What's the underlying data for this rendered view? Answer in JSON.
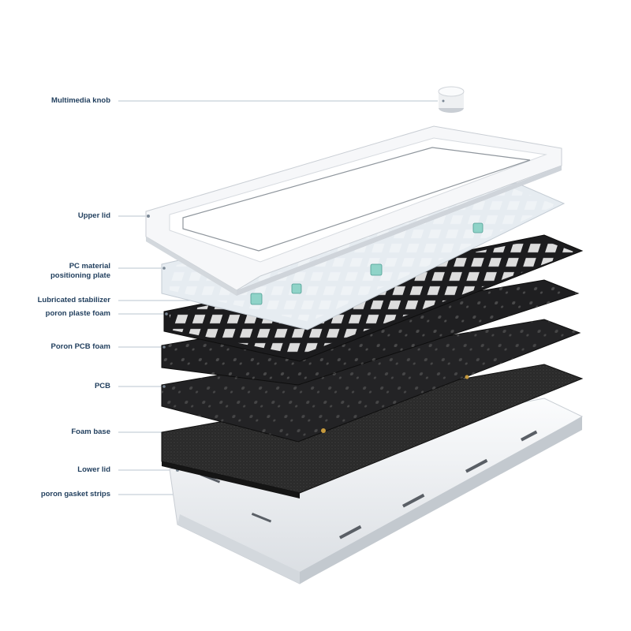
{
  "labels": {
    "multimedia_knob": "Multimedia knob",
    "upper_lid": "Upper lid",
    "pc_plate_line1": "PC material",
    "pc_plate_line2": "positioning plate",
    "lubricated_stabilizer": "Lubricated stabilizer",
    "poron_plate_foam": "poron plaste foam",
    "poron_pcb_foam": "Poron PCB foam",
    "pcb": "PCB",
    "foam_base": "Foam base",
    "lower_lid": "Lower lid",
    "poron_gasket_strips": "poron gasket strips"
  },
  "colors": {
    "label_text": "#1f3d5c",
    "leader_line": "#b8c4cf",
    "case_white": "#f1f3f5",
    "case_shadow": "#c9ced4",
    "plate_black": "#1c1c1e",
    "pcb_black": "#232325",
    "foam_black": "#2a2a2a",
    "stabilizer_teal": "#8fd3c8",
    "pc_plate_clear": "#e6ecf1"
  },
  "icons": {
    "knob": "multimedia-knob-icon"
  }
}
